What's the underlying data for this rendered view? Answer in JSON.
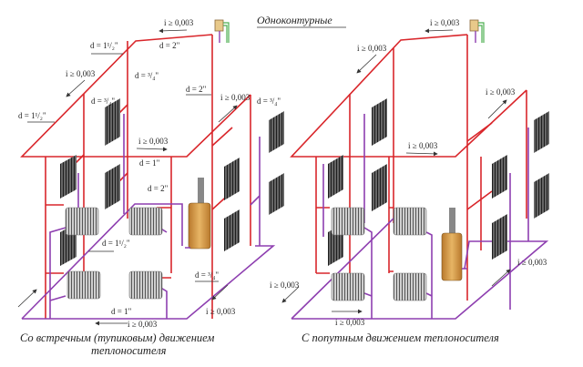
{
  "title": "Одноконтурные",
  "colors": {
    "supply_pipe": "#d9262b",
    "return_pipe": "#8e3fb0",
    "tank_pipe": "#4caf50",
    "boiler": "#d29a4a",
    "radiator_dark": "#555555",
    "radiator_light": "#cfcfcf"
  },
  "left_scheme": {
    "caption_line1": "Со встречным (тупиковым) движением",
    "caption_line2": "теплоносителя",
    "labels": {
      "slope_top": "i ≥ 0,003",
      "d_top": "d = 2\"",
      "d_top_left": "d = 1¹/₂\"",
      "d_riser_mid": "d = ³/₄\"",
      "slope_left": "i ≥ 0,003",
      "d_riser_left": "d = ³/₄\"",
      "d_left": "d = 1¹/₂\"",
      "d_main_riser": "d = 2\"",
      "slope_right": "i ≥ 0,003",
      "d_riser_right": "d = ³/₄\"",
      "slope_mid": "i ≥ 0,003",
      "d_mid": "d = 1\"",
      "d_return_top": "d = 2\"",
      "d_return_left": "d = 1¹/₂\"",
      "d_return_right": "d = ³/₄\"",
      "slope_return_right": "i ≥ 0,003",
      "d_return_bottom": "d = 1\"",
      "slope_return_bottom": "i ≥ 0,003"
    }
  },
  "right_scheme": {
    "caption": "С попутным движением теплоносителя",
    "labels": {
      "slope_top": "i ≥ 0,003",
      "slope_left": "i ≥ 0,003",
      "slope_right": "i ≥ 0,003",
      "slope_mid": "i ≥ 0,003",
      "slope_return_left": "i ≥ 0,003",
      "slope_return_bottom": "i ≥ 0,003",
      "slope_return_right": "i ≥ 0,003"
    }
  }
}
